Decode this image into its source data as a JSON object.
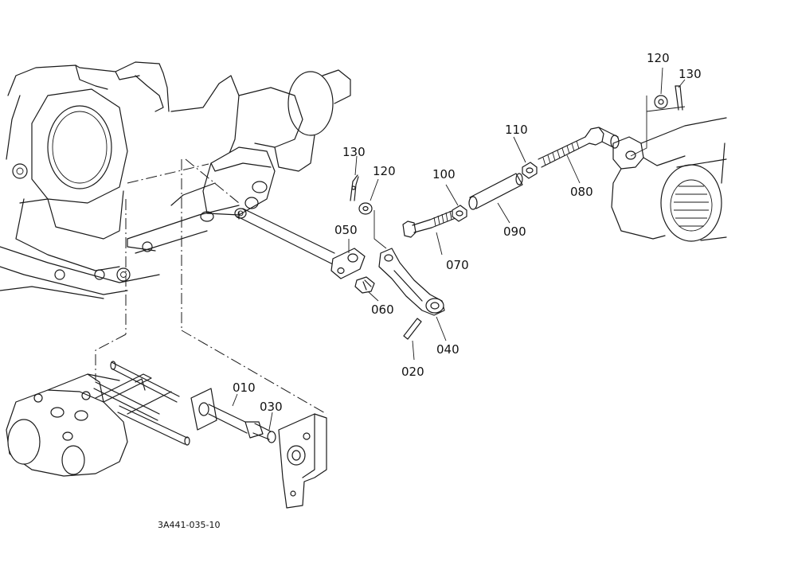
{
  "diagram_code": "3A441-035-10",
  "parts": [
    {
      "id": "010",
      "label": "010"
    },
    {
      "id": "020",
      "label": "020"
    },
    {
      "id": "030",
      "label": "030"
    },
    {
      "id": "040",
      "label": "040"
    },
    {
      "id": "050",
      "label": "050"
    },
    {
      "id": "060",
      "label": "060"
    },
    {
      "id": "070",
      "label": "070"
    },
    {
      "id": "080",
      "label": "080"
    },
    {
      "id": "090",
      "label": "090"
    },
    {
      "id": "100",
      "label": "100"
    },
    {
      "id": "110",
      "label": "110"
    },
    {
      "id": "120a",
      "label": "120"
    },
    {
      "id": "120b",
      "label": "120"
    },
    {
      "id": "130a",
      "label": "130"
    },
    {
      "id": "130b",
      "label": "130"
    }
  ]
}
